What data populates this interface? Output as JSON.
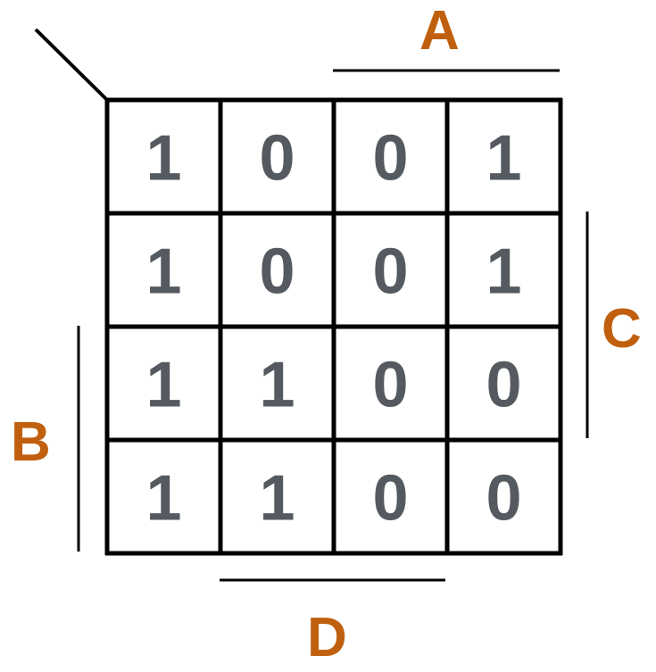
{
  "kmap": {
    "rows": [
      [
        "1",
        "0",
        "0",
        "1"
      ],
      [
        "1",
        "0",
        "0",
        "1"
      ],
      [
        "1",
        "1",
        "0",
        "0"
      ],
      [
        "1",
        "1",
        "0",
        "0"
      ]
    ]
  },
  "labels": {
    "top": "A",
    "right": "C",
    "left": "B",
    "bottom": "D"
  },
  "colors": {
    "label": "#c0600f",
    "cell_text": "#555a60",
    "grid": "#000000"
  }
}
